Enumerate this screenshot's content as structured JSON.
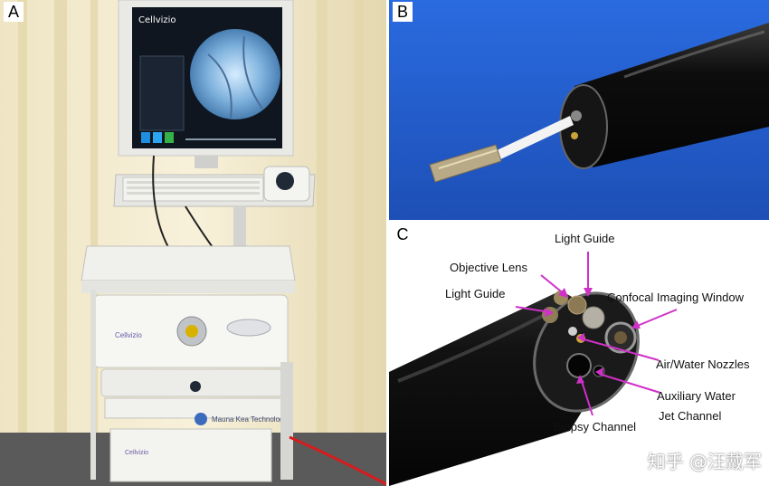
{
  "panels": {
    "a": {
      "letter": "A"
    },
    "b": {
      "letter": "B"
    },
    "c": {
      "letter": "C"
    }
  },
  "device": {
    "screen_brand": "Cellvizio",
    "unit_brand": "Cellvizio",
    "base_brand": "Cellvizio",
    "maker": "Mauna Kea Technologies"
  },
  "labels": {
    "light_guide_top": "Light Guide",
    "objective_lens": "Objective Lens",
    "light_guide_left": "Light Guide",
    "confocal_window": "Confocal Imaging Window",
    "air_water": "Air/Water Nozzles",
    "aux_water_1": "Auxiliary Water",
    "aux_water_2": "Jet Channel",
    "biopsy": "Biopsy Channel"
  },
  "watermark": "知乎 @汪戴军",
  "colors": {
    "arrow": "#d030c8",
    "panel_b_bg": "#1f5fd6"
  }
}
